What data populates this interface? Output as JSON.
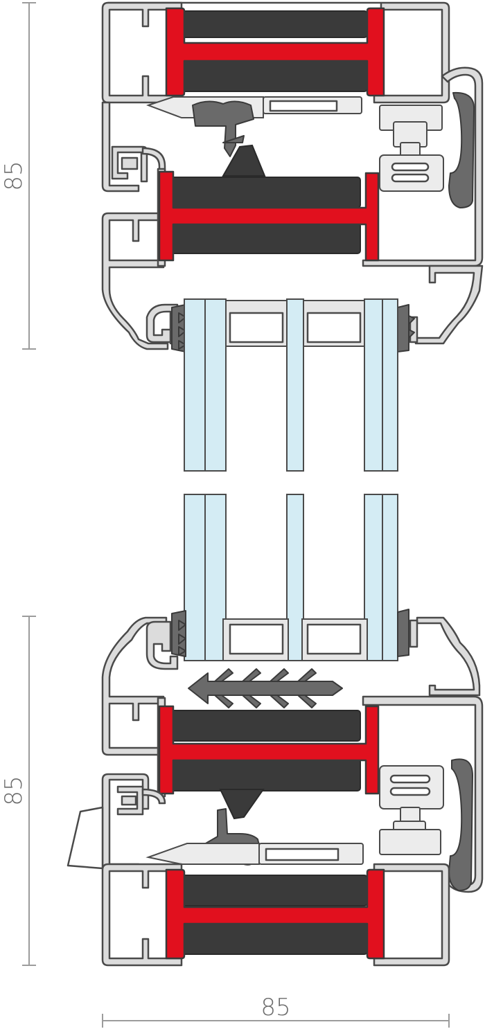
{
  "dimensions": {
    "top_height": "85",
    "bottom_height": "85",
    "width": "85"
  },
  "colors": {
    "aluminium": "#dcdcdc",
    "insulation": "#3a3a3a",
    "thermal_barrier": "#e1101e",
    "glass": "#d4ecf4",
    "gasket": "#6a6a6a",
    "dimension_line": "#9c9c9c"
  }
}
